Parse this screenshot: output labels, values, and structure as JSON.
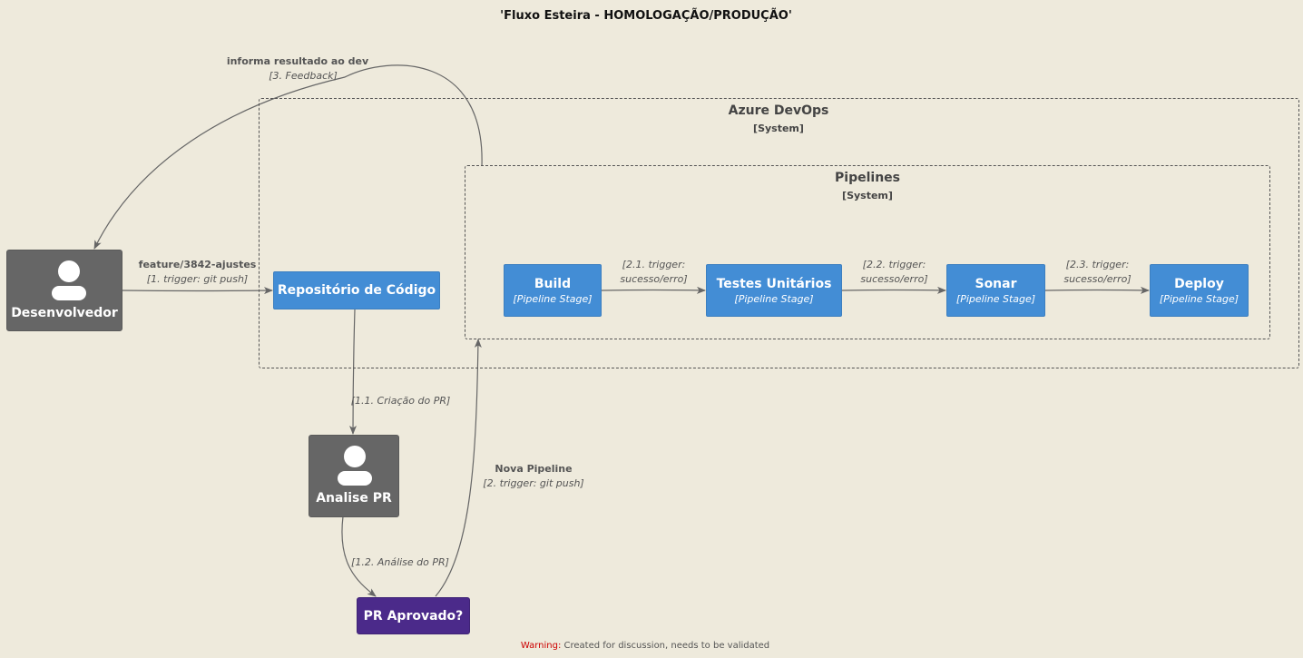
{
  "title": "'Fluxo Esteira - HOMOLOGAÇÃO/PRODUÇÃO'",
  "colors": {
    "background": "#eeeadc",
    "person": "#666666",
    "container": "#438dd5",
    "decision": "#4b2a8a",
    "warning": "#cc0000"
  },
  "boundaries": {
    "azure": {
      "name": "Azure DevOps",
      "type": "[System]"
    },
    "pipelines": {
      "name": "Pipelines",
      "type": "[System]"
    }
  },
  "persons": {
    "dev": {
      "name": "Desenvolvedor",
      "icon": "person-icon"
    },
    "analise": {
      "name": "Analise PR",
      "icon": "person-icon"
    }
  },
  "containers": {
    "repo": {
      "name": "Repositório de Código"
    },
    "build": {
      "name": "Build",
      "type": "[Pipeline Stage]"
    },
    "testes": {
      "name": "Testes Unitários",
      "type": "[Pipeline Stage]"
    },
    "sonar": {
      "name": "Sonar",
      "type": "[Pipeline Stage]"
    },
    "deploy": {
      "name": "Deploy",
      "type": "[Pipeline Stage]"
    }
  },
  "decision": {
    "name": "PR Aprovado?"
  },
  "relations": {
    "dev_repo": {
      "label": "feature/3842-ajustes",
      "desc": "[1. trigger: git push]"
    },
    "repo_analise": {
      "desc": "[1.1. Criação do PR]"
    },
    "analise_decision": {
      "desc": "[1.2. Análise do PR]"
    },
    "decision_pipelines": {
      "label": "Nova Pipeline",
      "desc": "[2. trigger: git push]"
    },
    "build_testes": {
      "desc1": "[2.1. trigger:",
      "desc2": "sucesso/erro]"
    },
    "testes_sonar": {
      "desc1": "[2.2. trigger:",
      "desc2": "sucesso/erro]"
    },
    "sonar_deploy": {
      "desc1": "[2.3. trigger:",
      "desc2": "sucesso/erro]"
    },
    "pipelines_dev": {
      "label": "informa resultado ao dev",
      "desc": "[3. Feedback]"
    }
  },
  "footer": {
    "warning_label": "Warning:",
    "text": "Created for discussion, needs to be validated"
  }
}
